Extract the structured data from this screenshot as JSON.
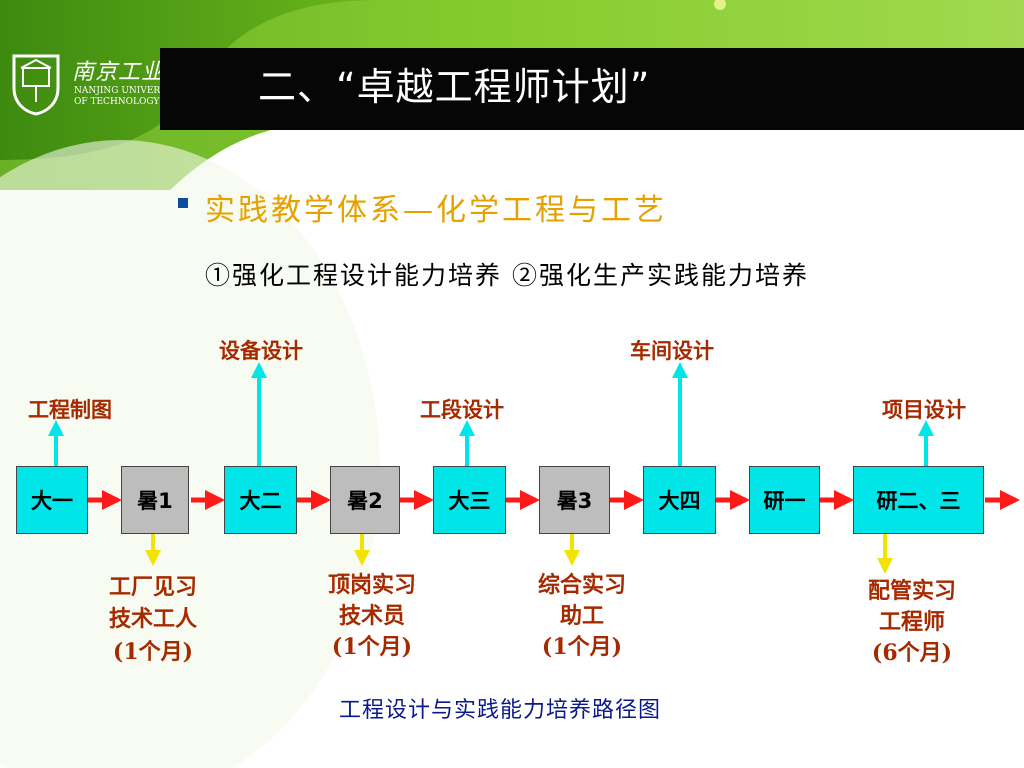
{
  "slide": {
    "title": "二、“卓越工程师计划”",
    "heading": "实践教学体系—化学工程与工艺",
    "subheading": "①强化工程设计能力培养 ②强化生产实践能力培养",
    "caption": "工程设计与实践能力培养路径图"
  },
  "logo": {
    "name_cn": "南京工业大学",
    "name_en_1": "NANJING UNIVERSITY",
    "name_en_2": "OF TECHNOLOGY"
  },
  "stages": [
    {
      "label": "大一",
      "kind": "year"
    },
    {
      "label": "暑1",
      "kind": "summer"
    },
    {
      "label": "大二",
      "kind": "year"
    },
    {
      "label": "暑2",
      "kind": "summer"
    },
    {
      "label": "大三",
      "kind": "year"
    },
    {
      "label": "暑3",
      "kind": "summer"
    },
    {
      "label": "大四",
      "kind": "year"
    },
    {
      "label": "研一",
      "kind": "year"
    },
    {
      "label": "研二、三",
      "kind": "year"
    }
  ],
  "design_outcomes": [
    {
      "label": "工程制图",
      "stage": "大一"
    },
    {
      "label": "设备设计",
      "stage": "大二"
    },
    {
      "label": "工段设计",
      "stage": "大三"
    },
    {
      "label": "车间设计",
      "stage": "大四"
    },
    {
      "label": "项目设计",
      "stage": "研二、三"
    }
  ],
  "practice_outcomes": [
    {
      "stage": "暑1",
      "line1": "工厂见习",
      "line2": "技术工人",
      "duration": "(1个月)"
    },
    {
      "stage": "暑2",
      "line1": "顶岗实习",
      "line2": "技术员",
      "duration": "(1个月)"
    },
    {
      "stage": "暑3",
      "line1": "综合实习",
      "line2": "助工",
      "duration": "(1个月)"
    },
    {
      "stage": "研二、三",
      "line1": "配管实习",
      "line2": "工程师",
      "duration": "(6个月)"
    }
  ],
  "colors": {
    "title_bar": "#060606",
    "heading": "#e4a100",
    "label": "#a52a00",
    "year_box": "#00e5e8",
    "summer_box": "#bdbdbd",
    "flow_arrow": "#ff1a1a",
    "up_arrow": "#00e5e8",
    "down_arrow": "#f2e400",
    "caption": "#0a1a8c"
  }
}
